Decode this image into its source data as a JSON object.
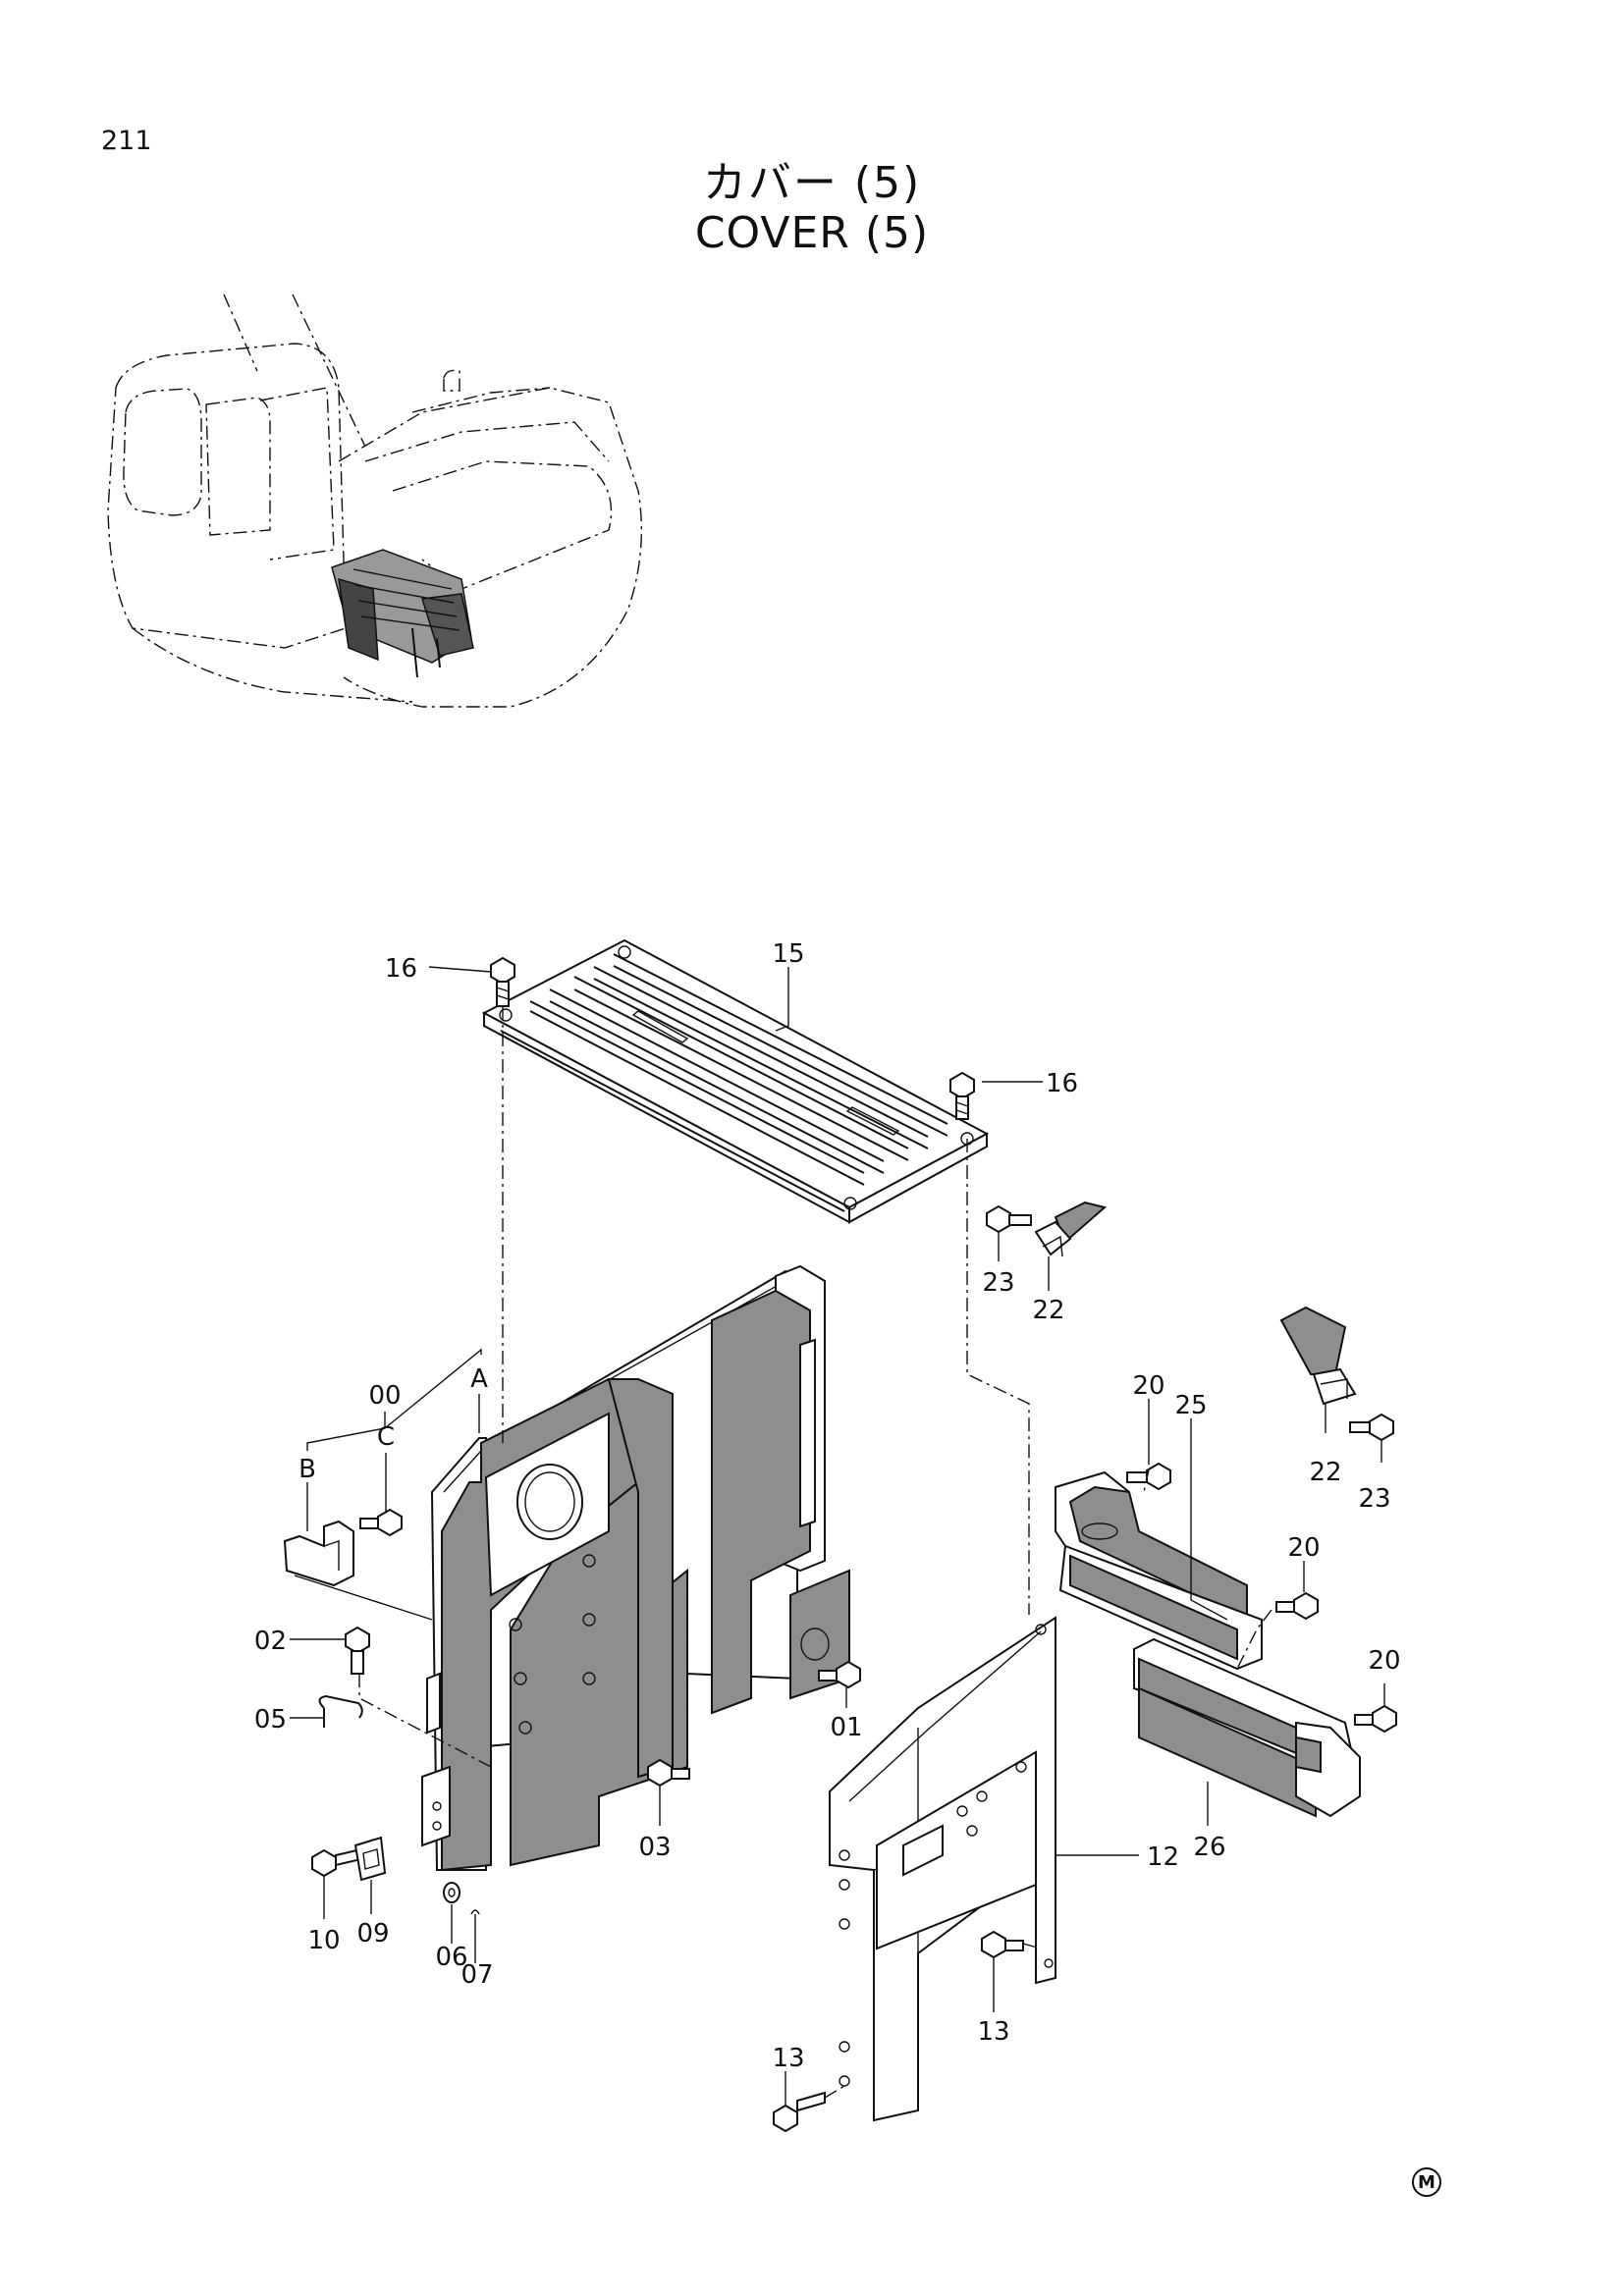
{
  "page_number": "211",
  "title_jp": "カバー (5)",
  "title_en": "COVER (5)",
  "mark": "M",
  "callouts": {
    "c00": "00",
    "cA": "A",
    "cB": "B",
    "cC": "C",
    "c01": "01",
    "c02": "02",
    "c03": "03",
    "c05": "05",
    "c06": "06",
    "c07": "07",
    "c09": "09",
    "c10": "10",
    "c12": "12",
    "c13a": "13",
    "c13b": "13",
    "c15": "15",
    "c16a": "16",
    "c16b": "16",
    "c20a": "20",
    "c20b": "20",
    "c20c": "20",
    "c22a": "22",
    "c22b": "22",
    "c23a": "23",
    "c23b": "23",
    "c25": "25",
    "c26": "26"
  }
}
